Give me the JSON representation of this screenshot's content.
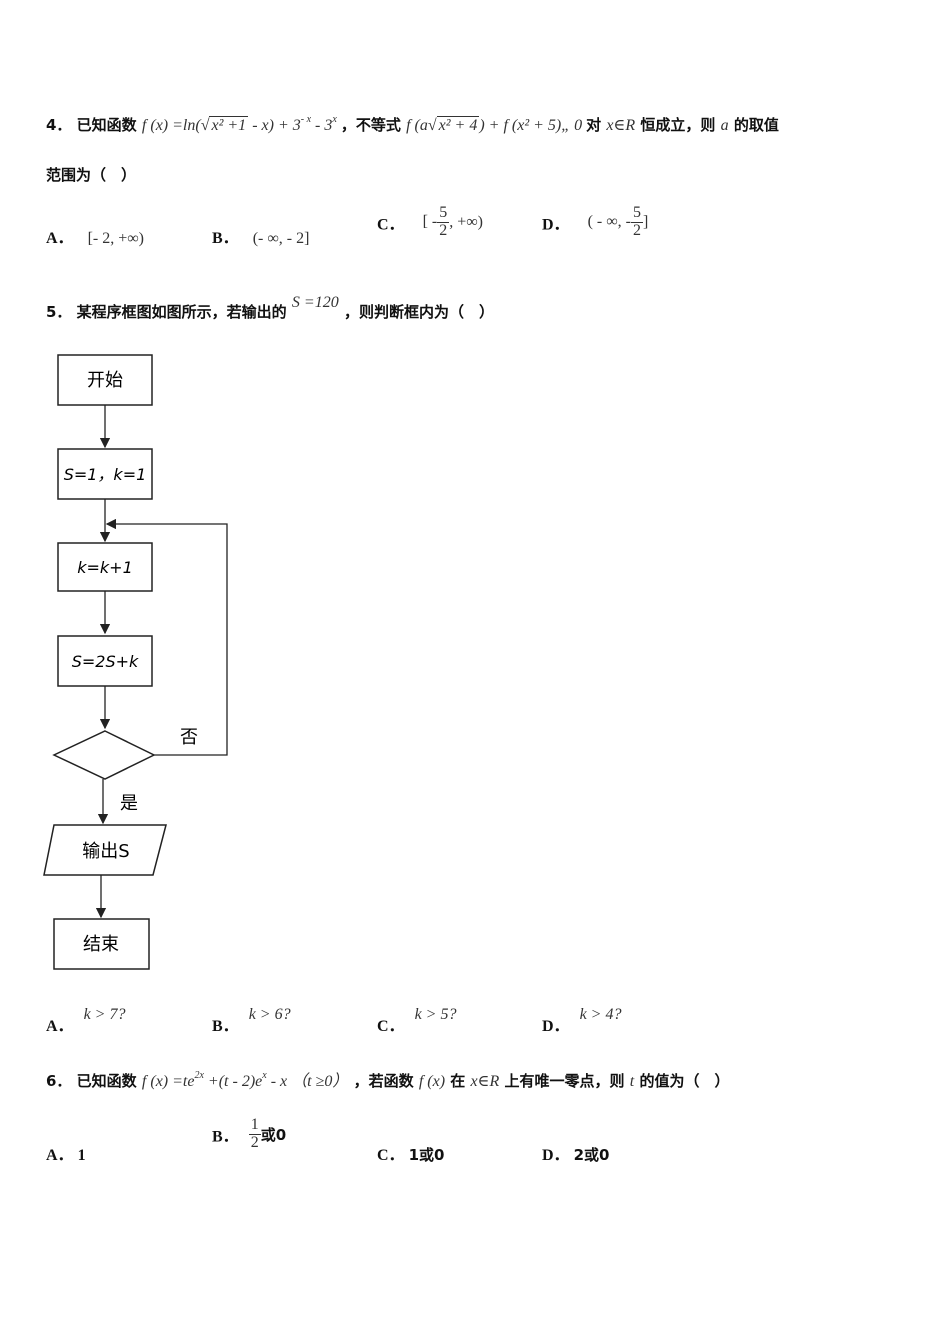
{
  "q4": {
    "num": "4．",
    "t1": "已知函数",
    "fx": "f (x) =ln(",
    "sq_inner": "x² +1",
    "fx_rest": " - x) + 3",
    "fx_e1": "- x",
    "fx_mid": " - 3",
    "fx_e2": "x",
    "t2": "，不等式",
    "ineq1": "f (a",
    "ineq_sq": "x² + 4",
    "ineq2": ") + f (x² + 5)„ 0",
    "t3": "对",
    "xr": "x∈R",
    "t4": "恒成立，则",
    "a": "a",
    "t5": "的取值",
    "line2": "范围为（　）",
    "options": [
      {
        "label": "A．",
        "value": "[- 2, +∞)"
      },
      {
        "label": "B．",
        "value": "(- ∞, - 2]"
      },
      {
        "label": "C．",
        "pre": "[ -",
        "num": "5",
        "den": "2",
        "post": ", +∞)"
      },
      {
        "label": "D．",
        "pre": "( - ∞, -",
        "num": "5",
        "den": "2",
        "post": "]"
      }
    ]
  },
  "q5": {
    "num": "5．",
    "t1": "某程序框图如图所示，若输出的",
    "s": "S =120",
    "t2": "，则判断框内为（　）",
    "flow": {
      "start": "开始",
      "init": "S=1，k=1",
      "step1": "k=k+1",
      "step2": "S=2S+k",
      "no": "否",
      "yes": "是",
      "output": "输出S",
      "end": "结束"
    },
    "options": [
      {
        "label": "A．",
        "value": "k > 7?"
      },
      {
        "label": "B．",
        "value": "k > 6?"
      },
      {
        "label": "C．",
        "value": "k > 5?"
      },
      {
        "label": "D．",
        "value": "k > 4?"
      }
    ]
  },
  "q6": {
    "num": "6．",
    "t1": "已知函数",
    "fx": "f (x) =te",
    "e1": "2x",
    "fx2": " +(t - 2)e",
    "e2": "x",
    "fx3": " - x",
    "cond": "（t ≥0）",
    "t2": "，若函数",
    "fx_short": "f (x)",
    "t3": "在",
    "xr": "x∈R",
    "t4": "上有唯一零点，则",
    "t": "t",
    "t5": "的值为（　）",
    "options": [
      {
        "label": "A．",
        "value": "1"
      },
      {
        "label": "B．",
        "num": "1",
        "den": "2",
        "post": "或0"
      },
      {
        "label": "C．",
        "value": "1或0"
      },
      {
        "label": "D．",
        "value": "2或0"
      }
    ]
  }
}
